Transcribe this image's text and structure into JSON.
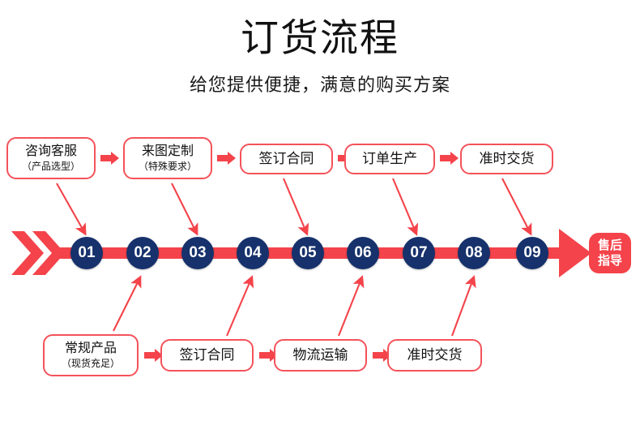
{
  "header": {
    "title": "订货流程",
    "subtitle": "给您提供便捷，满意的购买方案"
  },
  "colors": {
    "accent_red": "#f4434a",
    "box_border": "#f4525a",
    "circle_navy": "#16316b",
    "text": "#111111",
    "background": "#ffffff"
  },
  "top_boxes": [
    {
      "line1": "咨询客服",
      "line2": "（产品选型）"
    },
    {
      "line1": "来图定制",
      "line2": "（特殊要求）"
    },
    {
      "line1": "签订合同",
      "line2": ""
    },
    {
      "line1": "订单生产",
      "line2": ""
    },
    {
      "line1": "准时交货",
      "line2": ""
    }
  ],
  "bottom_boxes": [
    {
      "line1": "常规产品",
      "line2": "（现货充足）"
    },
    {
      "line1": "签订合同",
      "line2": ""
    },
    {
      "line1": "物流运输",
      "line2": ""
    },
    {
      "line1": "准时交货",
      "line2": ""
    }
  ],
  "steps": [
    {
      "number": "01"
    },
    {
      "number": "02"
    },
    {
      "number": "03"
    },
    {
      "number": "04"
    },
    {
      "number": "05"
    },
    {
      "number": "06"
    },
    {
      "number": "07"
    },
    {
      "number": "08"
    },
    {
      "number": "09"
    }
  ],
  "end_badge": {
    "line1": "售后",
    "line2": "指导"
  },
  "icons": {
    "chevrons": "double-chevron-right-icon",
    "arrowhead": "arrow-right-icon"
  }
}
